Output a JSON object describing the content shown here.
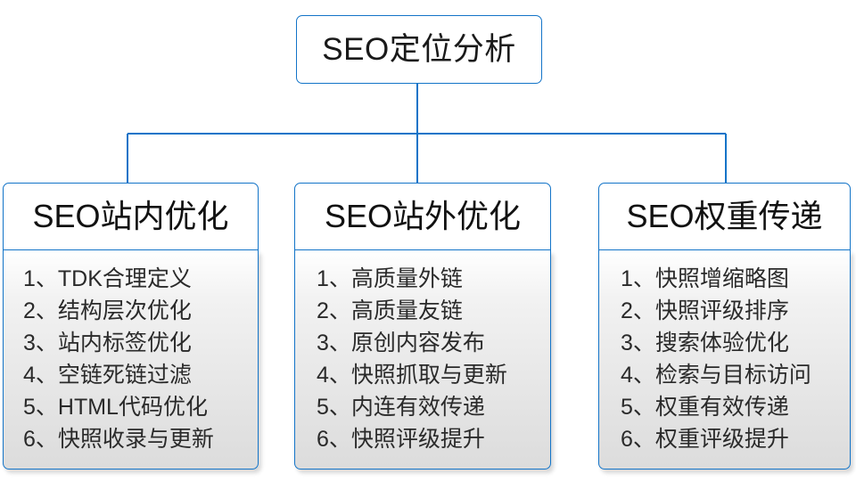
{
  "diagram": {
    "title": "SEO定位分析",
    "accent_color": "#1374c8",
    "text_color": "#1a1a1a",
    "background_color": "#ffffff",
    "panel_gradient_top": "#ffffff",
    "panel_gradient_bottom": "#dcdcdc",
    "root": {
      "label": "SEO定位分析"
    },
    "branches": [
      {
        "header": "SEO站内优化",
        "items": [
          {
            "index": "1、",
            "text": "TDK合理定义"
          },
          {
            "index": "2、",
            "text": "结构层次优化"
          },
          {
            "index": "3、",
            "text": "站内标签优化"
          },
          {
            "index": "4、",
            "text": "空链死链过滤"
          },
          {
            "index": "5、",
            "text": "HTML代码优化"
          },
          {
            "index": "6、",
            "text": "快照收录与更新"
          }
        ]
      },
      {
        "header": "SEO站外优化",
        "items": [
          {
            "index": "1、",
            "text": "高质量外链"
          },
          {
            "index": "2、",
            "text": "高质量友链"
          },
          {
            "index": "3、",
            "text": "原创内容发布"
          },
          {
            "index": "4、",
            "text": "快照抓取与更新"
          },
          {
            "index": "5、",
            "text": "内连有效传递"
          },
          {
            "index": "6、",
            "text": "快照评级提升"
          }
        ]
      },
      {
        "header": "SEO权重传递",
        "items": [
          {
            "index": "1、",
            "text": "快照增缩略图"
          },
          {
            "index": "2、",
            "text": "快照评级排序"
          },
          {
            "index": "3、",
            "text": "搜索体验优化"
          },
          {
            "index": "4、",
            "text": "检索与目标访问"
          },
          {
            "index": "5、",
            "text": "权重有效传递"
          },
          {
            "index": "6、",
            "text": "权重评级提升"
          }
        ]
      }
    ]
  }
}
